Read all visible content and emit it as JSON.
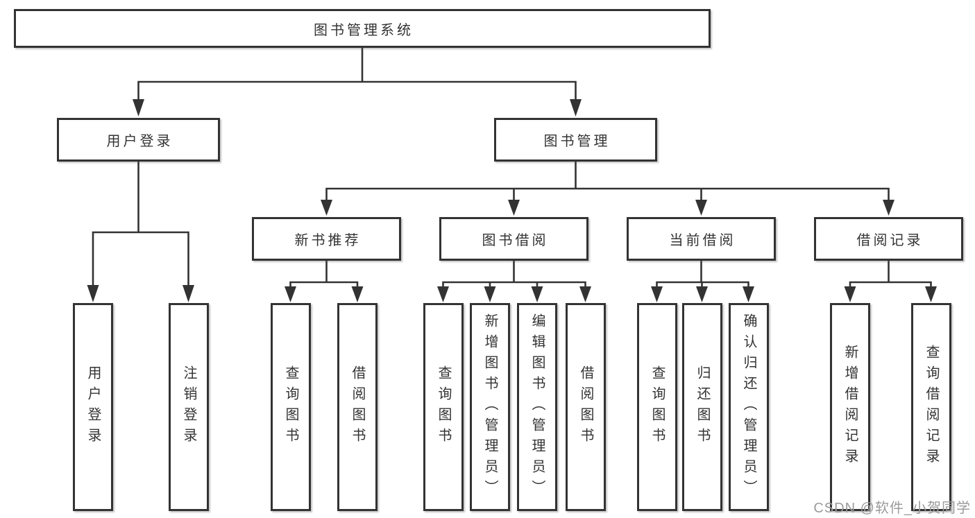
{
  "tree": {
    "root": {
      "label": "图书管理系统"
    },
    "children": [
      {
        "label": "用户登录",
        "children": [
          {
            "label": "用户登录"
          },
          {
            "label": "注销登录"
          }
        ]
      },
      {
        "label": "图书管理",
        "children": [
          {
            "label": "新书推荐",
            "children": [
              {
                "label": "查询图书"
              },
              {
                "label": "借阅图书"
              }
            ]
          },
          {
            "label": "图书借阅",
            "children": [
              {
                "label": "查询图书"
              },
              {
                "label": "新增图书（管理员）"
              },
              {
                "label": "编辑图书（管理员）"
              },
              {
                "label": "借阅图书"
              }
            ]
          },
          {
            "label": "当前借阅",
            "children": [
              {
                "label": "查询图书"
              },
              {
                "label": "归还图书"
              },
              {
                "label": "确认归还（管理员）"
              }
            ]
          },
          {
            "label": "借阅记录",
            "children": [
              {
                "label": "新增借阅记录"
              },
              {
                "label": "查询借阅记录"
              }
            ]
          }
        ]
      }
    ]
  },
  "watermark": {
    "text": "CSDN @软件_小贺同学"
  },
  "colors": {
    "line": "#333333",
    "text": "#333333",
    "box_fill": "#ffffff",
    "watermark": "#9b9b9b",
    "background": "#ffffff"
  }
}
